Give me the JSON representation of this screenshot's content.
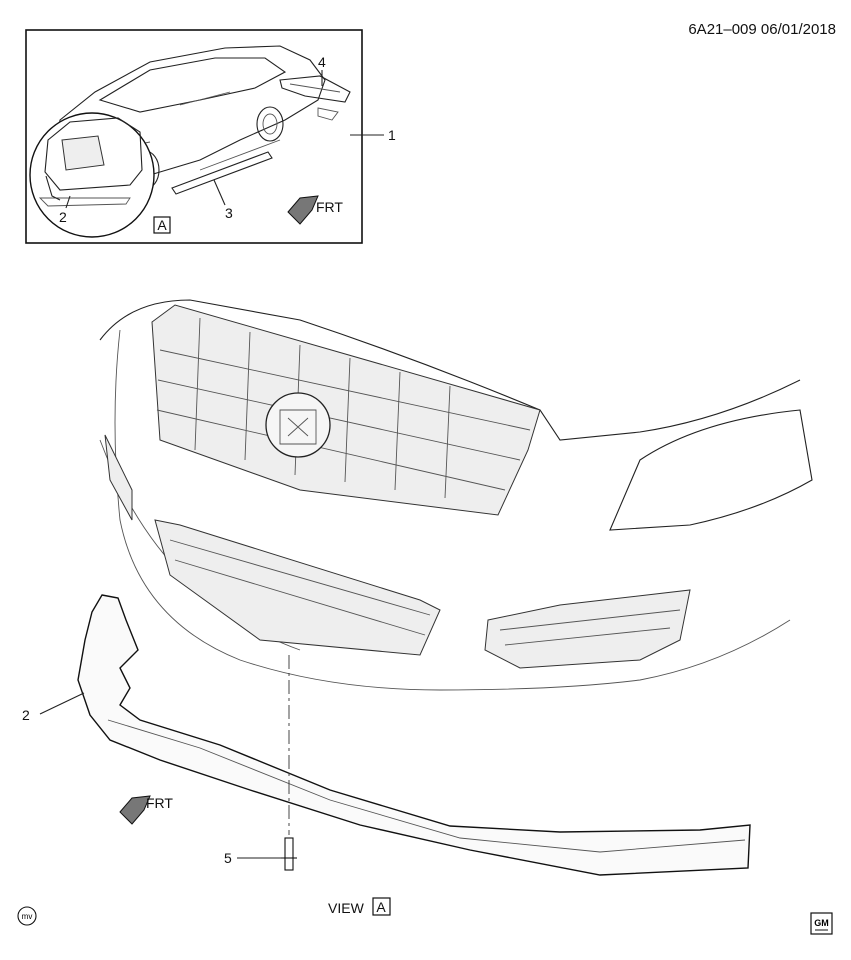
{
  "header": {
    "ref": "6A21–009  06/01/2018"
  },
  "inset": {
    "view_ref": "A"
  },
  "callouts": {
    "c1": "1",
    "c2": "2",
    "c3": "3",
    "c4": "4",
    "c2b": "2",
    "c5": "5"
  },
  "frt": {
    "label": "FRT"
  },
  "view": {
    "prefix": "VIEW",
    "ref": "A"
  },
  "footer": {
    "mv": "mv",
    "gm": "GM"
  }
}
